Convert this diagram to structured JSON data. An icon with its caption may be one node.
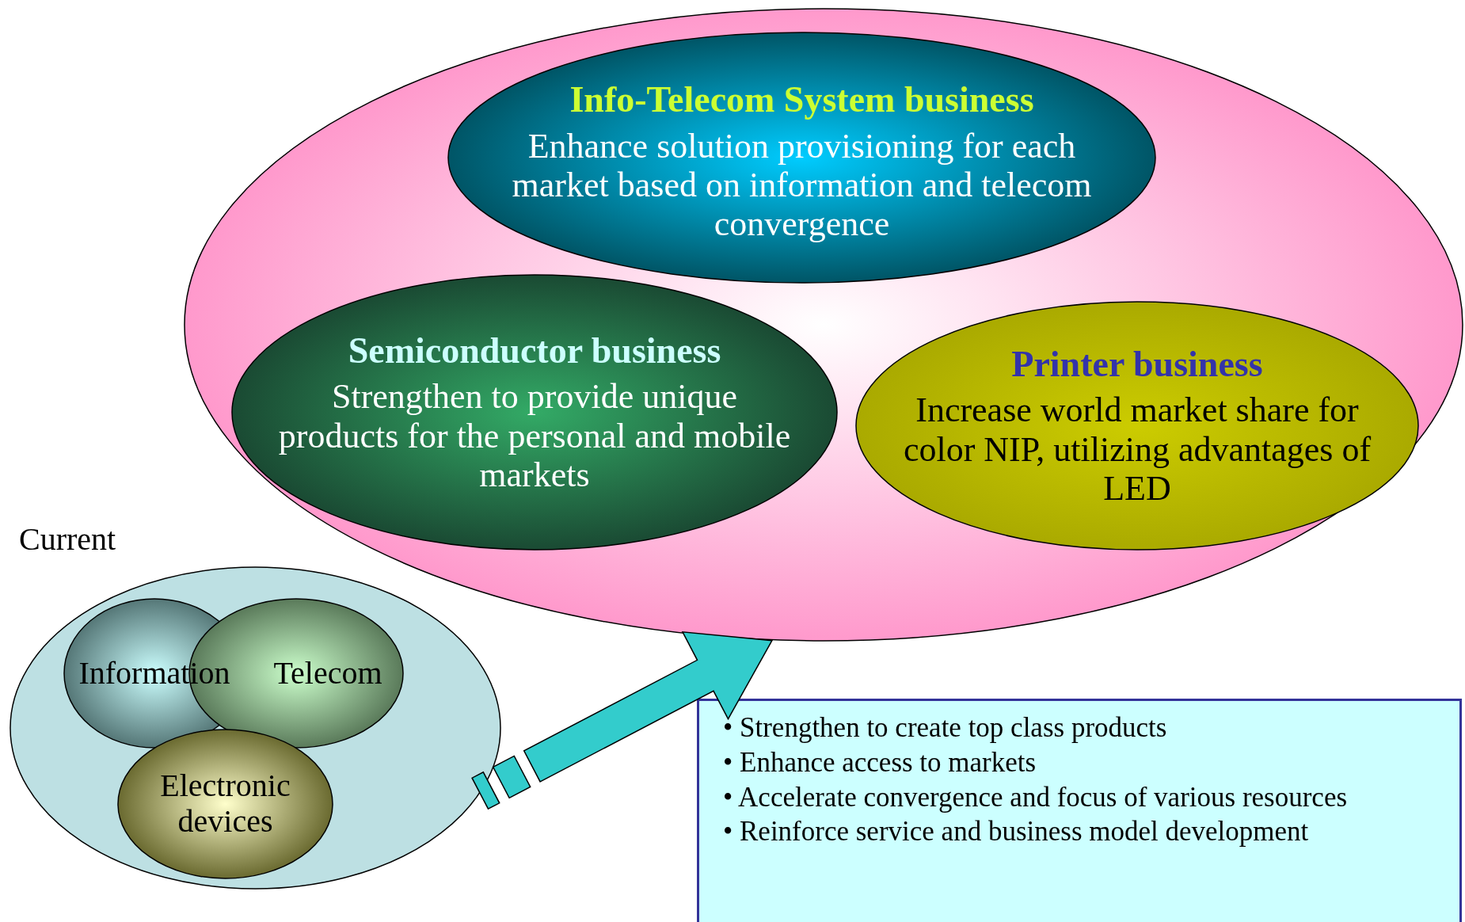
{
  "diagram": {
    "nodes": [
      {
        "text": [],
        "shape": "ellipse"
      },
      {
        "text": [
          "Info-Telecom System business",
          "Enhance solution provisioning for each market based on information and telecom convergence"
        ],
        "in": 0
      },
      {
        "text": [
          "Semiconductor business",
          "Strengthen to provide unique products for the personal and mobile markets"
        ],
        "in": 0
      },
      {
        "text": [
          "Printer business",
          "Increase world market share for color NIP, utilizing advantages of LED"
        ],
        "in": 0
      },
      {
        "text": [
          "Current"
        ]
      },
      {
        "text": [
          "Information"
        ],
        "in": 4
      },
      {
        "text": [
          "Telecom"
        ],
        "in": 4
      },
      {
        "text": [
          "Electronic devices"
        ],
        "in": 4
      },
      {
        "text": [
          "• Strengthen to create top class products",
          "• Enhance access to markets",
          "• Accelerate convergence and focus of various resources",
          "• Reinforce service and business model development"
        ]
      }
    ],
    "edges": [
      {
        "from": 4,
        "to": 0,
        "arrow": "to",
        "style": "thick"
      }
    ]
  }
}
